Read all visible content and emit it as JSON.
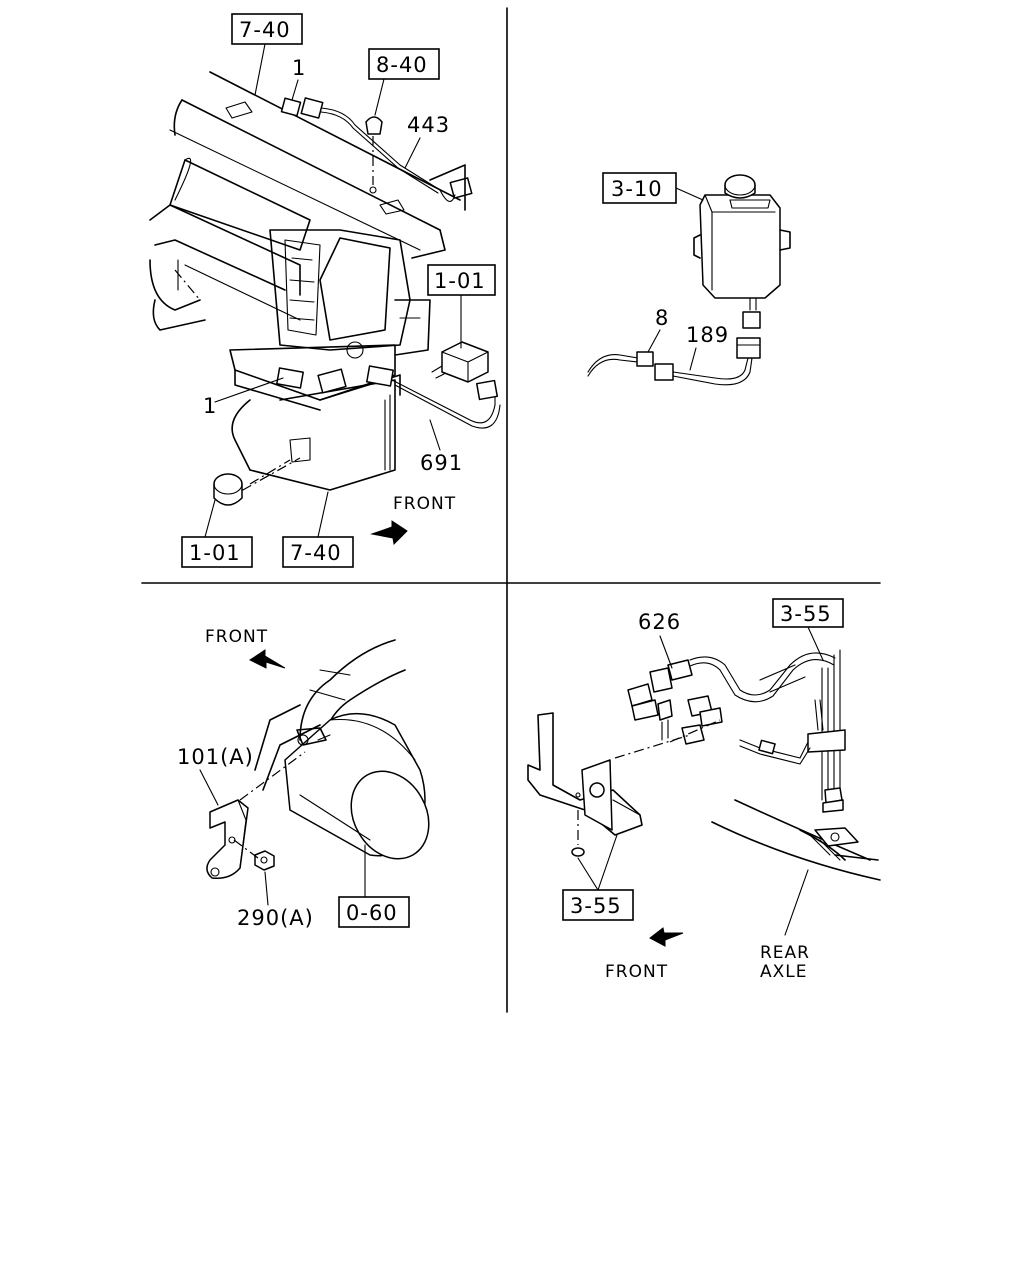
{
  "panels": {
    "top_left": {
      "labels": {
        "ref_7_40_top": "7-40",
        "ref_8_40": "8-40",
        "part_1_top": "1",
        "part_443": "443",
        "ref_1_01_right": "1-01",
        "part_1_left": "1",
        "part_691": "691",
        "front": "FRONT",
        "ref_1_01_bottom": "1-01",
        "ref_7_40_bottom": "7-40"
      }
    },
    "top_right": {
      "labels": {
        "ref_3_10": "3-10",
        "part_8": "8",
        "part_189": "189"
      }
    },
    "bottom_left": {
      "labels": {
        "front": "FRONT",
        "part_101a": "101(A)",
        "part_290a": "290(A)",
        "ref_0_60": "0-60"
      }
    },
    "bottom_right": {
      "labels": {
        "part_626": "626",
        "ref_3_55_top": "3-55",
        "ref_3_55_bottom": "3-55",
        "front": "FRONT",
        "rear": "REAR",
        "axle": "AXLE"
      }
    }
  }
}
